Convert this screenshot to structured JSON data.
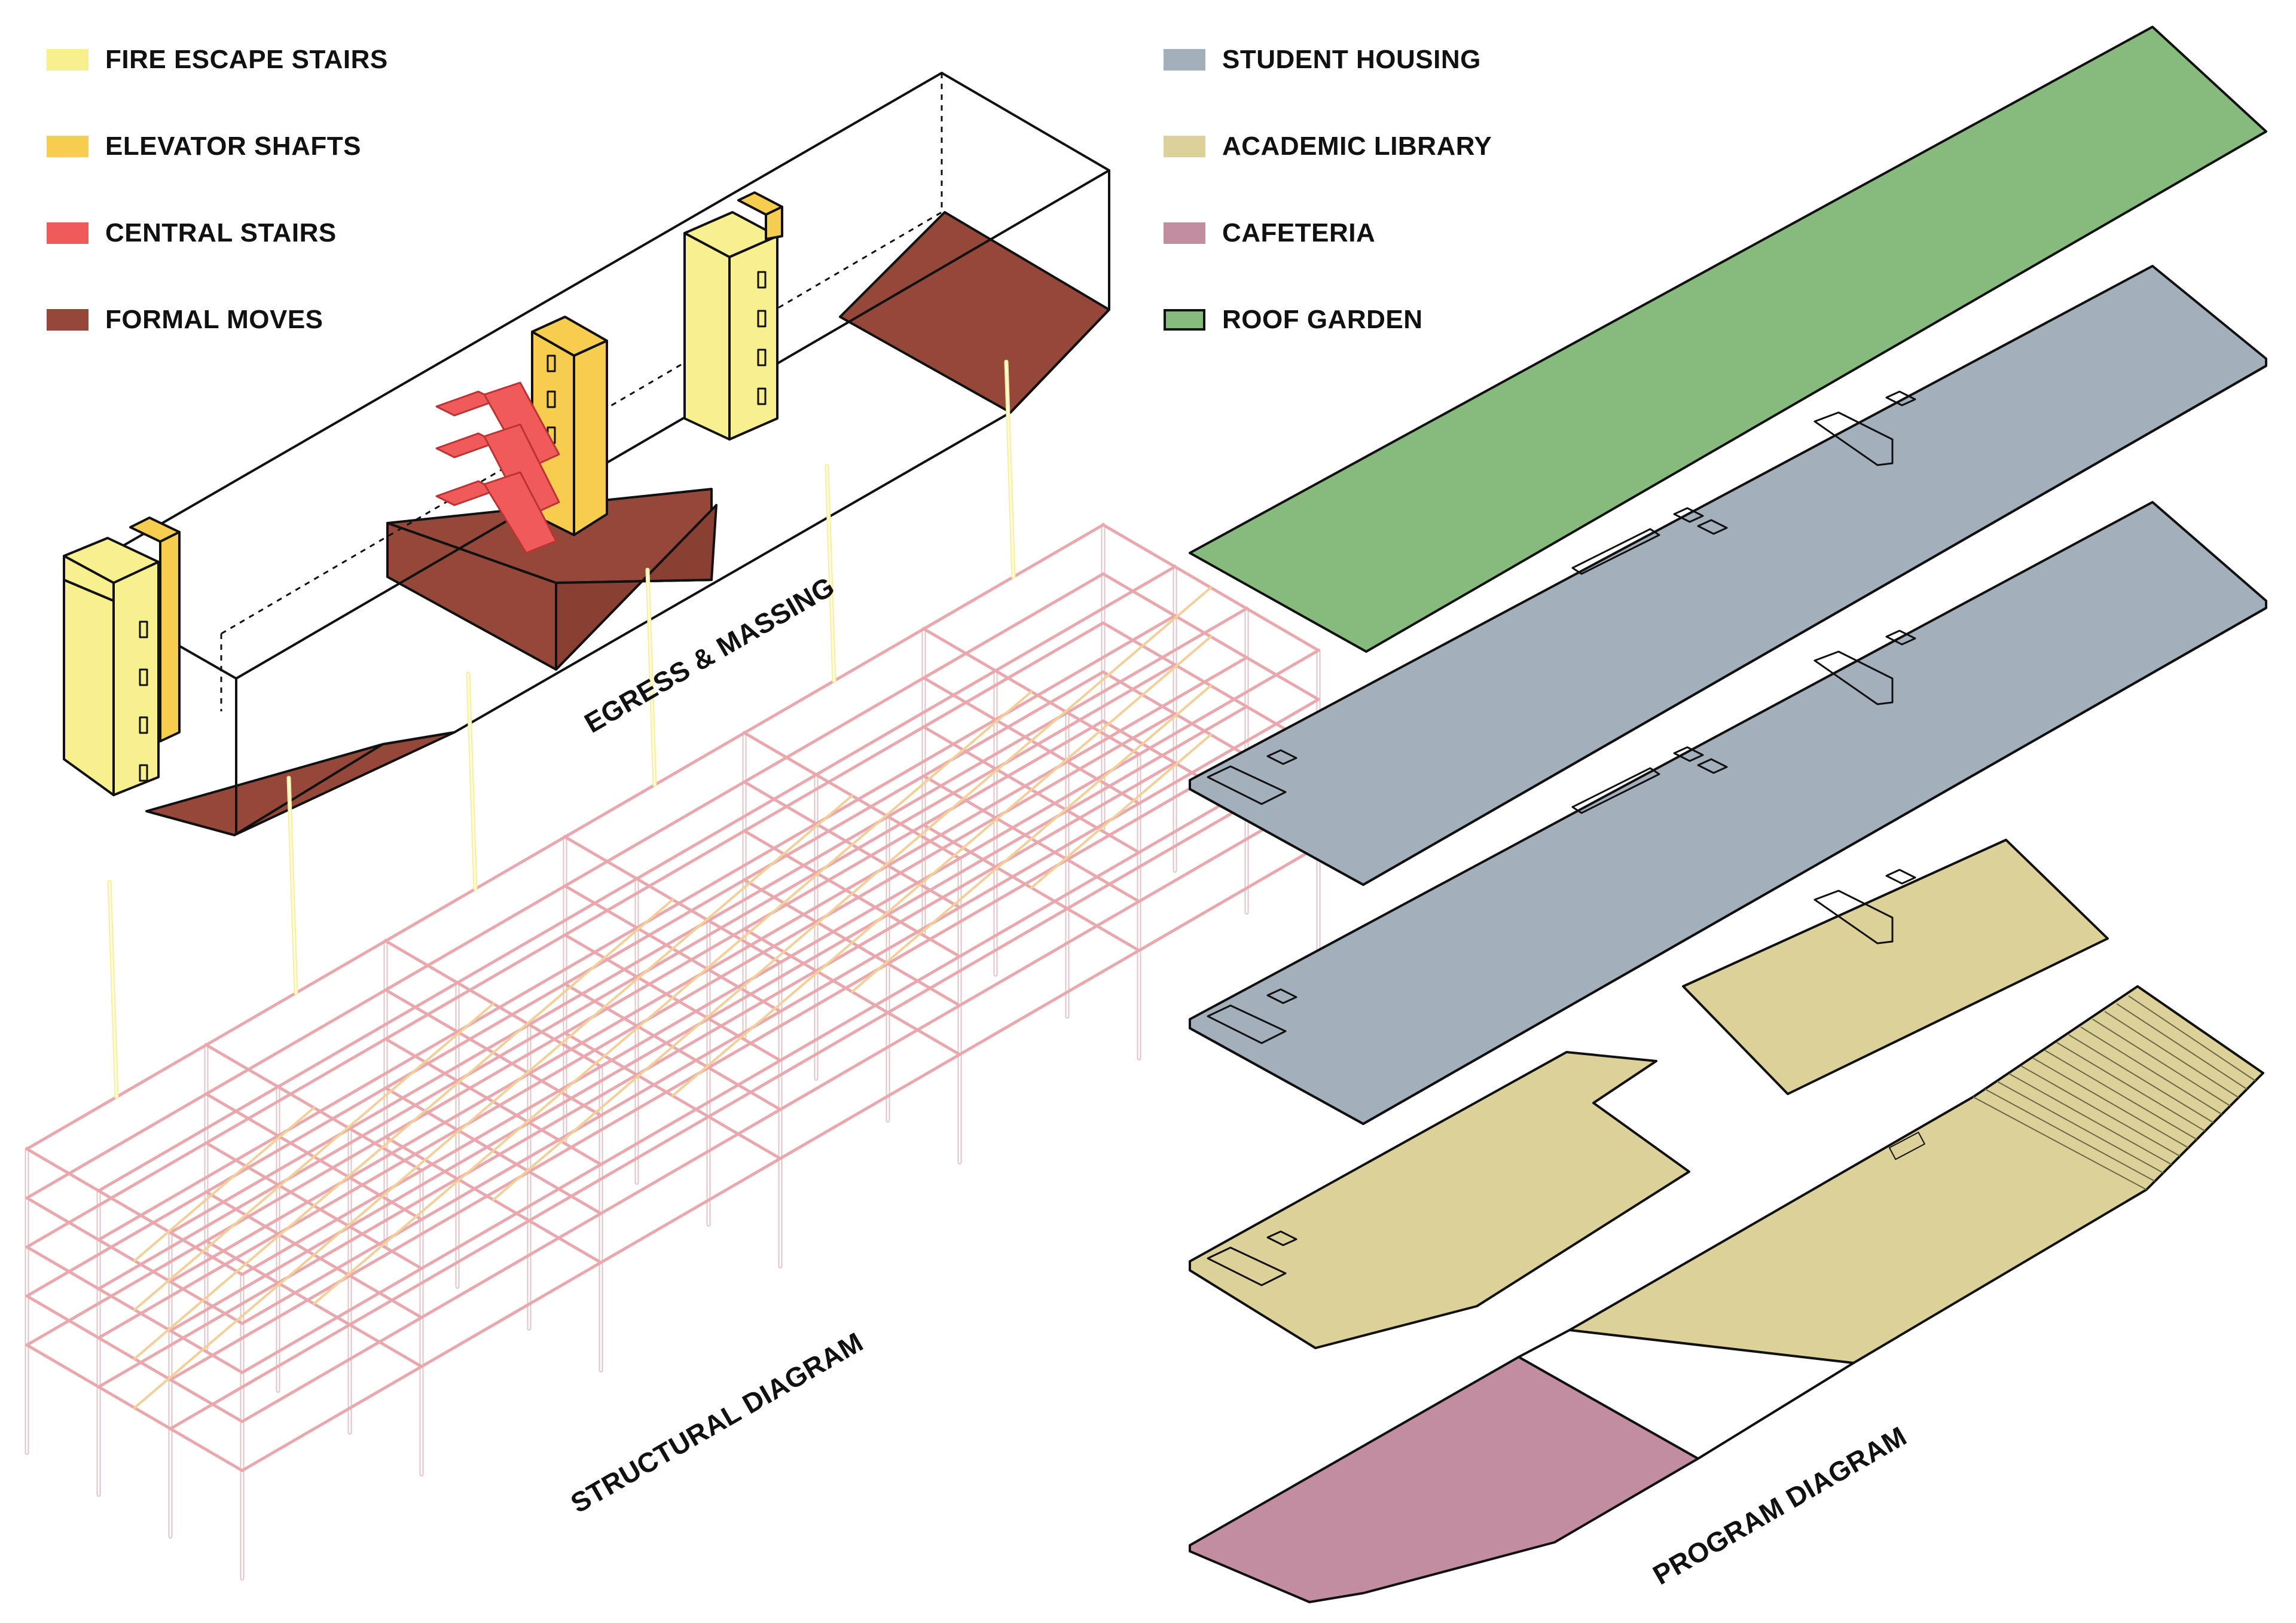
{
  "legend_left": [
    {
      "label": "FIRE ESCAPE STAIRS",
      "color": "#f8ef8e"
    },
    {
      "label": "ELEVATOR SHAFTS",
      "color": "#f6cd4e"
    },
    {
      "label": "CENTRAL STAIRS",
      "color": "#f05a5a"
    },
    {
      "label": "FORMAL MOVES",
      "color": "#95483a"
    }
  ],
  "legend_right": [
    {
      "label": "STUDENT HOUSING",
      "color": "#a3afbb"
    },
    {
      "label": "ACADEMIC LIBRARY",
      "color": "#dcd299"
    },
    {
      "label": "CAFETERIA",
      "color": "#c28ca1"
    },
    {
      "label": "ROOF GARDEN",
      "color": "#87ba7d"
    }
  ],
  "titles": {
    "egress": "EGRESS & MASSING",
    "structural": "STRUCTURAL DIAGRAM",
    "program": "PROGRAM DIAGRAM"
  }
}
